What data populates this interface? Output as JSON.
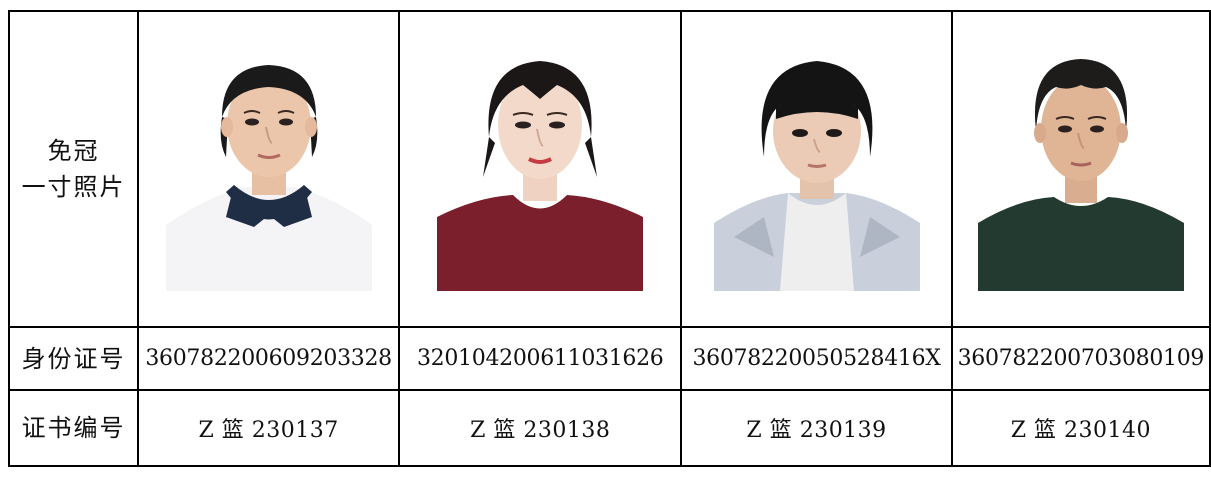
{
  "table": {
    "labels": {
      "photo_line1": "免冠",
      "photo_line2": "一寸照片",
      "id_number": "身份证号",
      "cert_number": "证书编号"
    },
    "people": [
      {
        "id_number": "360782200609203328",
        "cert_number": "Z 篮 230137",
        "shirt_color": "#f4f4f6",
        "collar_color": "#1f2d45",
        "hair_style": "ponytail"
      },
      {
        "id_number": "320104200611031626",
        "cert_number": "Z 篮 230138",
        "shirt_color": "#7a1f2b",
        "collar_color": "#7a1f2b",
        "hair_style": "updo"
      },
      {
        "id_number": "36078220050528416X",
        "cert_number": "Z 篮 230139",
        "shirt_color": "#c9d0dc",
        "collar_color": "#eeeeee",
        "hair_style": "bob"
      },
      {
        "id_number": "360782200703080109",
        "cert_number": "Z 篮 230140",
        "shirt_color": "#233a30",
        "collar_color": "#233a30",
        "hair_style": "short"
      }
    ]
  }
}
